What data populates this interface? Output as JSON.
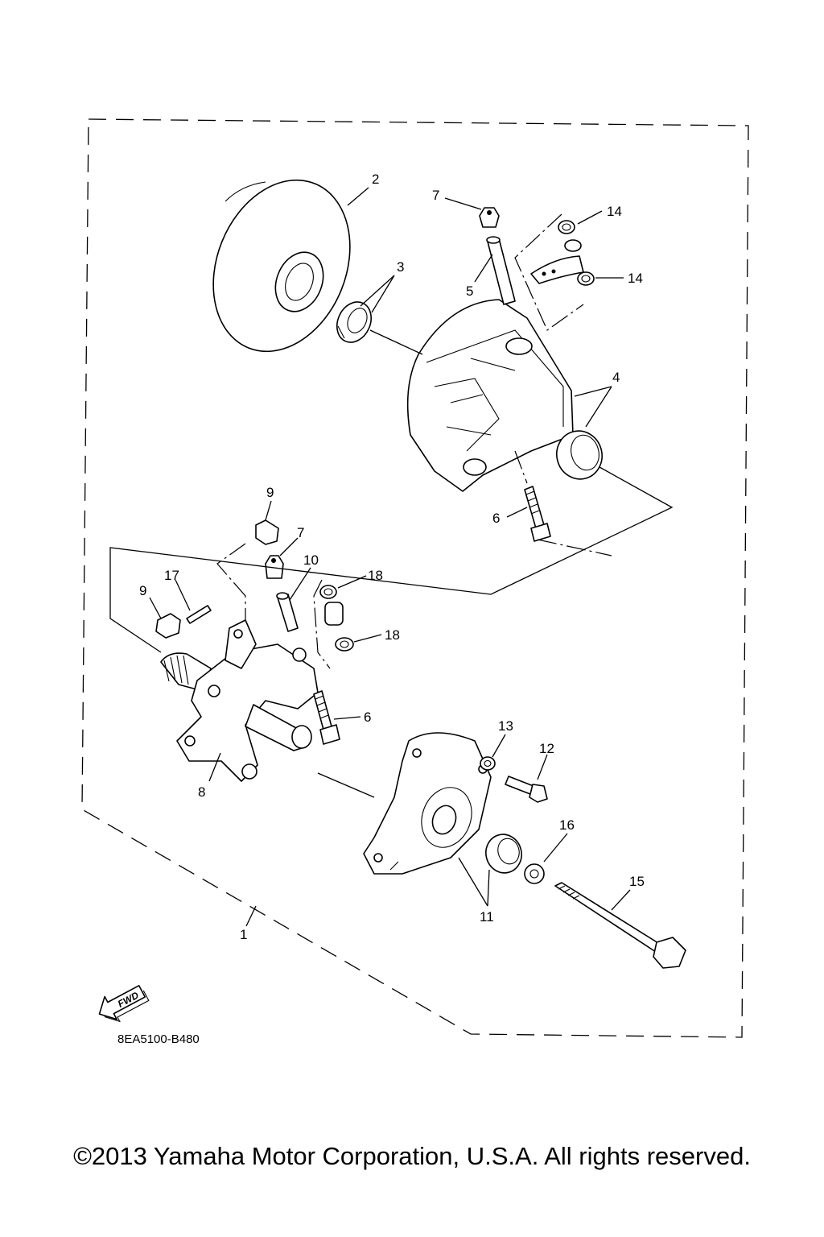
{
  "diagram": {
    "callouts": [
      "1",
      "2",
      "3",
      "4",
      "5",
      "6",
      "6",
      "7",
      "7",
      "8",
      "9",
      "9",
      "10",
      "11",
      "12",
      "13",
      "14",
      "14",
      "15",
      "16",
      "17",
      "18",
      "18"
    ],
    "fwd_badge": "FWD",
    "drawing_code": "8EA5100-B480"
  },
  "footer": {
    "copyright": "©2013 Yamaha Motor Corporation, U.S.A. All rights reserved."
  }
}
